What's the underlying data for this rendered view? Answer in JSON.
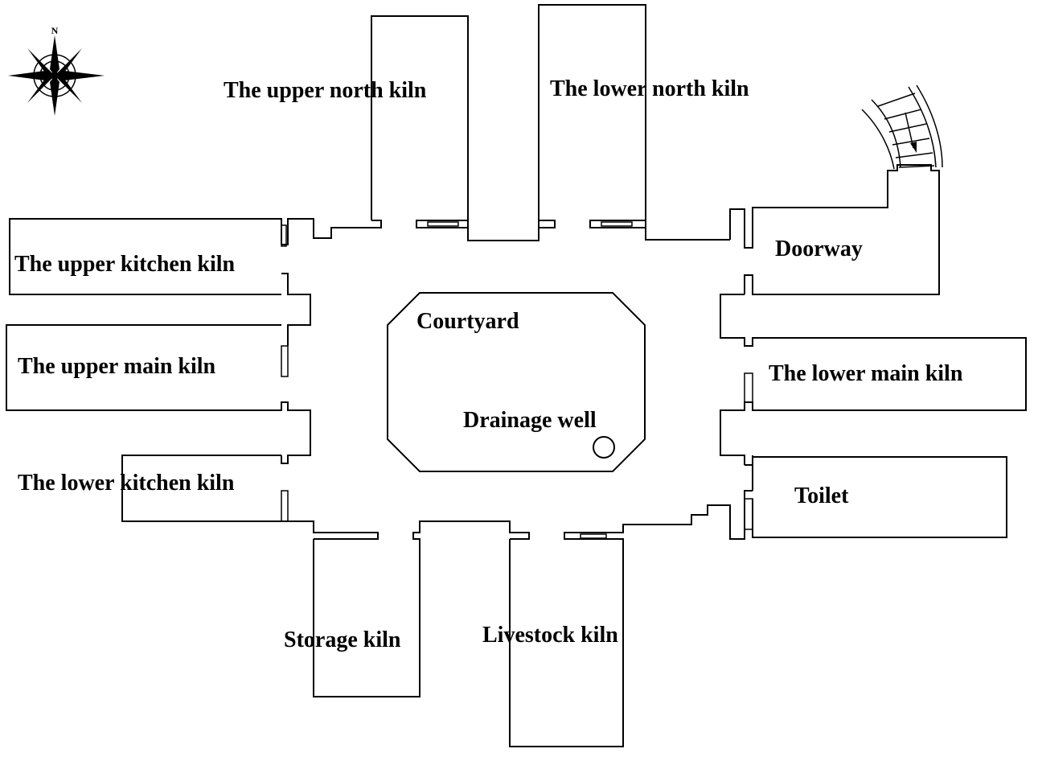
{
  "compass": {
    "north_label": "N",
    "icon": "compass-rose-icon"
  },
  "rooms": {
    "upper_north_kiln": "The upper north kiln",
    "lower_north_kiln": "The lower north kiln",
    "doorway": "Doorway",
    "upper_kitchen_kiln": "The upper kitchen kiln",
    "courtyard": "Courtyard",
    "upper_main_kiln": "The upper main kiln",
    "lower_main_kiln": "The lower main kiln",
    "drainage_well": "Drainage well",
    "lower_kitchen_kiln": "The lower kitchen kiln",
    "toilet": "Toilet",
    "storage_kiln": "Storage kiln",
    "livestock_kiln": "Livestock kiln"
  }
}
